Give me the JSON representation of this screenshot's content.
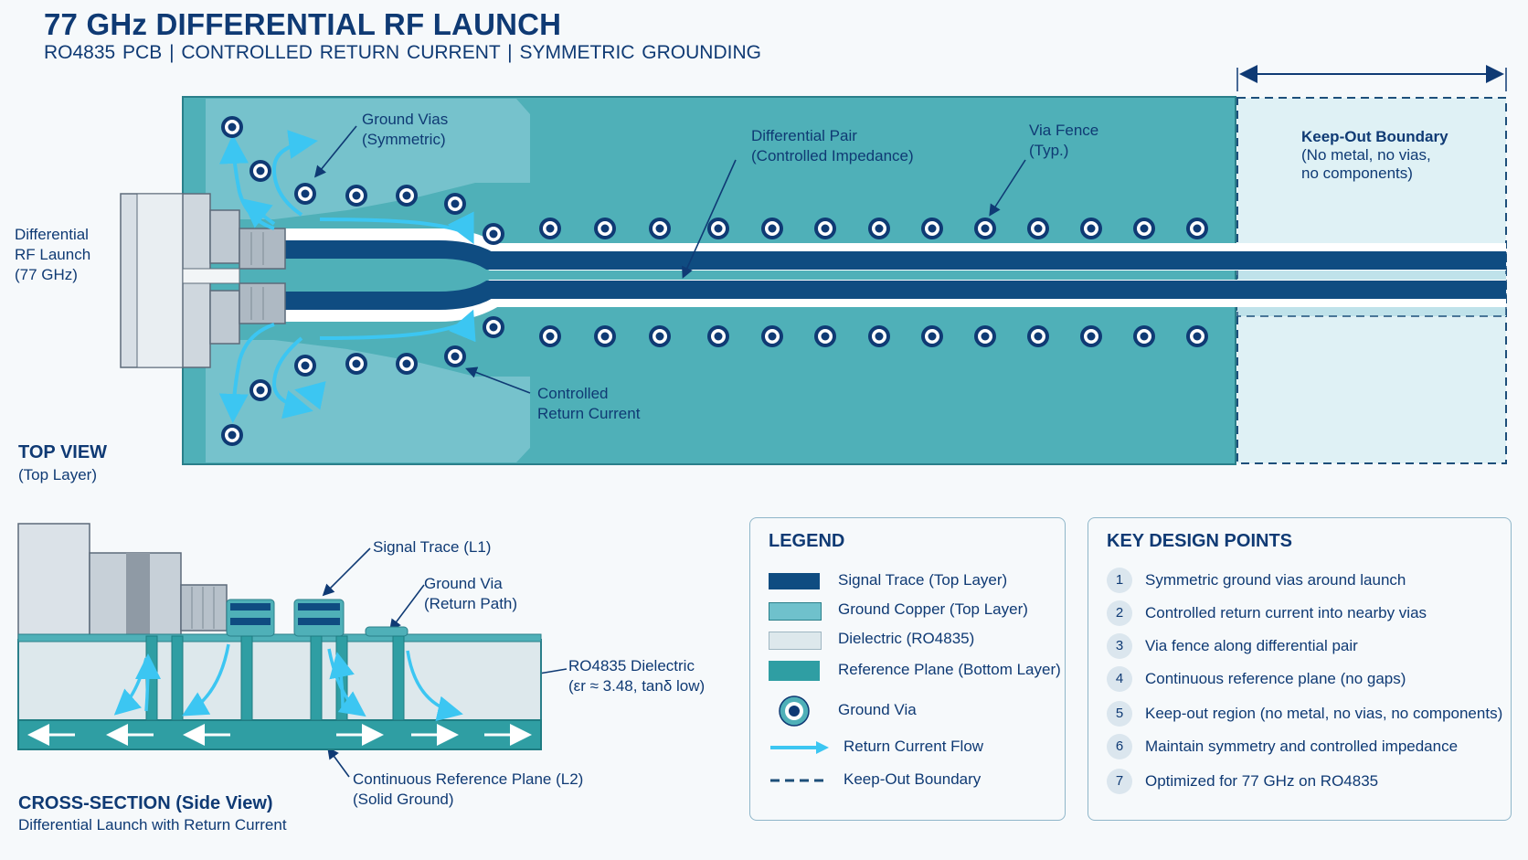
{
  "header": {
    "title": "77 GHz DIFFERENTIAL RF LAUNCH",
    "subtitle": "RO4835 PCB   |   CONTROLLED RETURN CURRENT   |   SYMMETRIC GROUNDING"
  },
  "top_view": {
    "heading": "TOP VIEW",
    "subheading": "(Top Layer)",
    "launch_label": [
      "Differential",
      "RF Launch",
      "(77 GHz)"
    ],
    "ground_vias_label": [
      "Ground Vias",
      "(Symmetric)"
    ],
    "diff_pair_label": [
      "Differential Pair",
      "(Controlled Impedance)"
    ],
    "via_fence_label": [
      "Via Fence",
      "(Typ.)"
    ],
    "return_current_label": [
      "Controlled",
      "Return Current"
    ],
    "keepout_label": [
      "Keep-Out Boundary",
      "(No metal, no vias,",
      "no components)"
    ]
  },
  "cross_section": {
    "heading": "CROSS-SECTION (Side View)",
    "subheading": "Differential Launch with Return Current",
    "signal_trace_label": "Signal Trace (L1)",
    "ground_via_label": [
      "Ground Via",
      "(Return Path)"
    ],
    "dielectric_label": [
      "RO4835 Dielectric",
      "(εr ≈ 3.48, tanδ low)"
    ],
    "ref_plane_label": [
      "Continuous Reference Plane (L2)",
      "(Solid Ground)"
    ]
  },
  "legend": {
    "title": "LEGEND",
    "items": [
      {
        "label": "Signal Trace (Top Layer)",
        "color": "#0f4c81"
      },
      {
        "label": "Ground Copper (Top Layer)",
        "color": "#6fc1cc"
      },
      {
        "label": "Dielectric (RO4835)",
        "color": "#dde8ec"
      },
      {
        "label": "Reference Plane (Bottom Layer)",
        "color": "#2f9ea3"
      },
      {
        "label": "Ground Via",
        "icon": "ground-via-icon"
      },
      {
        "label": "Return Current Flow",
        "icon": "arrow-icon"
      },
      {
        "label": "Keep-Out Boundary",
        "icon": "dashed-line-icon"
      }
    ]
  },
  "key_points": {
    "title": "KEY DESIGN POINTS",
    "items": [
      {
        "num": "1",
        "text": "Symmetric ground vias around launch"
      },
      {
        "num": "2",
        "text": "Controlled return current into nearby vias"
      },
      {
        "num": "3",
        "text": "Via fence along differential pair"
      },
      {
        "num": "4",
        "text": "Continuous reference plane (no gaps)"
      },
      {
        "num": "5",
        "text": "Keep-out region (no metal, no vias, no components)"
      },
      {
        "num": "6",
        "text": "Maintain symmetry and controlled impedance"
      },
      {
        "num": "7",
        "text": "Optimized for 77 GHz on RO4835"
      }
    ]
  },
  "colors": {
    "board": "#4fb0b8",
    "ground_copper": "#7cc6cf",
    "signal": "#0f4c81",
    "keepout": "#dff1f5",
    "arrow": "#39c3f0",
    "text": "#0f3a74"
  }
}
